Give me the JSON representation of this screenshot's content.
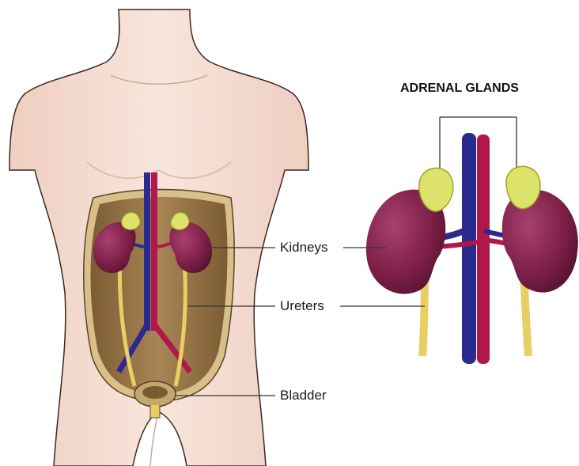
{
  "labels": {
    "adrenal_glands": "ADRENAL GLANDS",
    "kidneys": "Kidneys",
    "ureters": "Ureters",
    "bladder": "Bladder"
  },
  "colors": {
    "skin": "#f5ddd2",
    "skin_outline": "#3a2a22",
    "cavity": "#9b7a4c",
    "cavity_rim": "#d9c08a",
    "kidney": "#7c1f47",
    "adrenal": "#dde36a",
    "ureter": "#e8cf63",
    "vein": "#2b2a8f",
    "artery": "#b0174a"
  }
}
